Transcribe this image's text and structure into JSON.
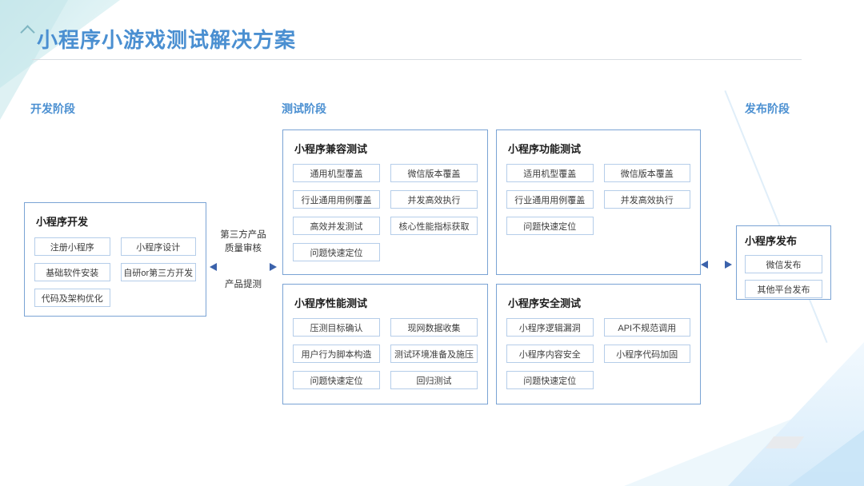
{
  "slide": {
    "title": "小程序小游戏测试解决方案"
  },
  "phases": {
    "dev_label": "开发阶段",
    "test_label": "测试阶段",
    "release_label": "发布阶段"
  },
  "dev_box": {
    "title": "小程序开发",
    "items": [
      "注册小程序",
      "小程序设计",
      "基础软件安装",
      "自研or第三方开发",
      "代码及架构优化"
    ]
  },
  "connector": {
    "review_line1": "第三方产品",
    "review_line2": "质量审核",
    "submit_label": "产品提测"
  },
  "test_boxes": {
    "compatibility": {
      "title": "小程序兼容测试",
      "items": [
        "通用机型覆盖",
        "微信版本覆盖",
        "行业通用用例覆盖",
        "并发高效执行",
        "高效并发测试",
        "核心性能指标获取",
        "问题快速定位"
      ]
    },
    "functional": {
      "title": "小程序功能测试",
      "items": [
        "适用机型覆盖",
        "微信版本覆盖",
        "行业通用用例覆盖",
        "并发高效执行",
        "问题快速定位"
      ]
    },
    "performance": {
      "title": "小程序性能测试",
      "items": [
        "压测目标确认",
        "现网数据收集",
        "用户行为脚本构造",
        "测试环境准备及施压",
        "问题快速定位",
        "回归测试"
      ]
    },
    "security": {
      "title": "小程序安全测试",
      "items": [
        "小程序逻辑漏洞",
        "API不规范调用",
        "小程序内容安全",
        "小程序代码加固",
        "问题快速定位"
      ]
    }
  },
  "release_box": {
    "title": "小程序发布",
    "items": [
      "微信发布",
      "其他平台发布"
    ]
  },
  "colors": {
    "accent_blue": "#4a8fd1",
    "box_border": "#7aa3d4",
    "item_border": "#b5cde9",
    "arrow_blue": "#3b62ab",
    "deco_teal": "#cdeaee",
    "deco_blue": "#d6ebfa"
  }
}
